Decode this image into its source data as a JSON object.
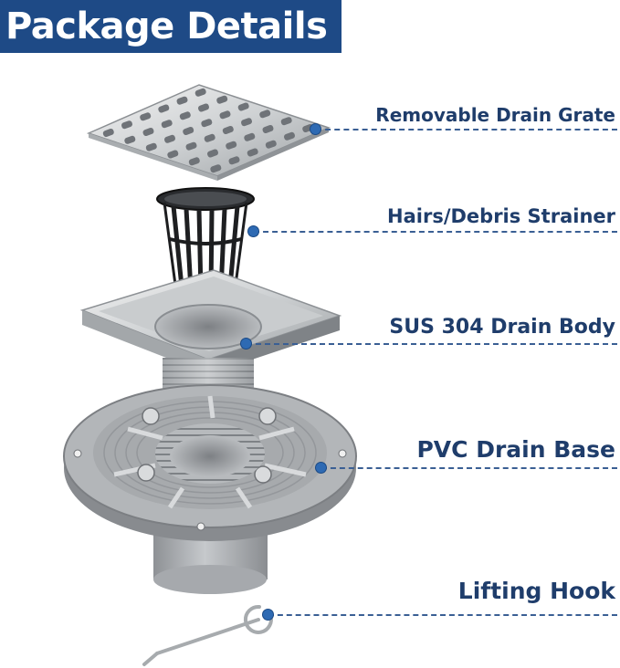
{
  "header": {
    "title": "Package Details"
  },
  "parts": [
    {
      "name": "Removable Drain Grate"
    },
    {
      "name": "Hairs/Debris Strainer"
    },
    {
      "name": "SUS 304 Drain Body"
    },
    {
      "name": "PVC Drain Base"
    },
    {
      "name": "Lifting Hook"
    }
  ],
  "colors": {
    "header_bg": "#1e4a86",
    "label_text": "#1f3d6b",
    "leader_dot": "#2e6ab3",
    "leader_line": "#3a5f94"
  }
}
